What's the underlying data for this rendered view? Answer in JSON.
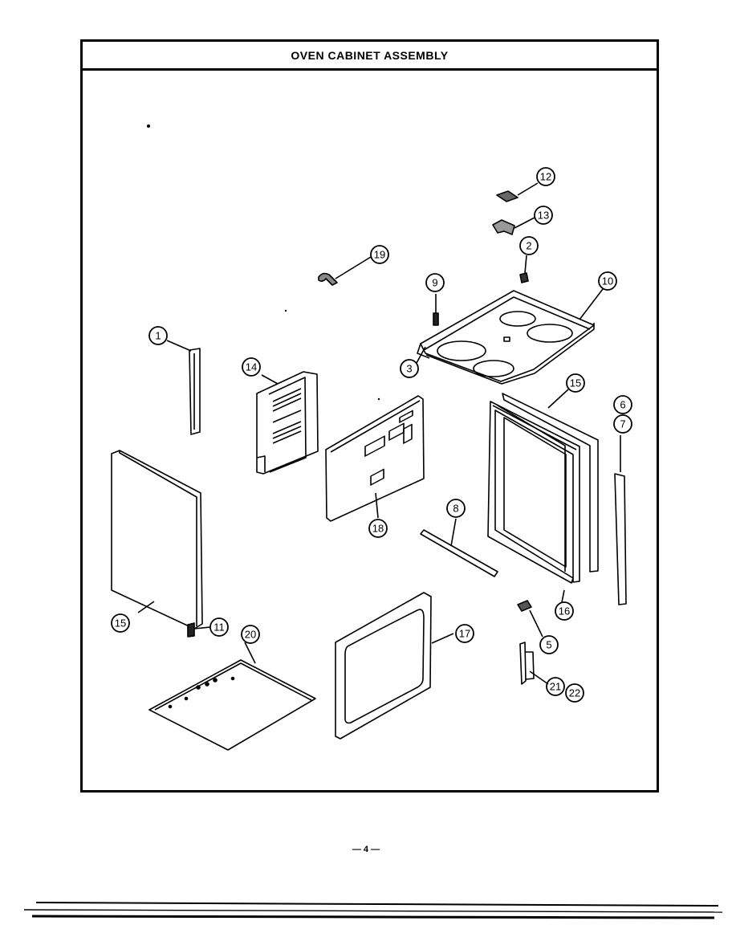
{
  "title": "OVEN CABINET ASSEMBLY",
  "page_number": "— 4 —",
  "callouts": {
    "c1": "1",
    "c2": "2",
    "c3": "3",
    "c5": "5",
    "c6": "6",
    "c7": "7",
    "c8": "8",
    "c9": "9",
    "c10": "10",
    "c11": "11",
    "c12": "12",
    "c13": "13",
    "c14": "14",
    "c15a": "15",
    "c15b": "15",
    "c16": "16",
    "c17": "17",
    "c18": "18",
    "c19": "19",
    "c20": "20",
    "c21": "21",
    "c22": "22"
  }
}
